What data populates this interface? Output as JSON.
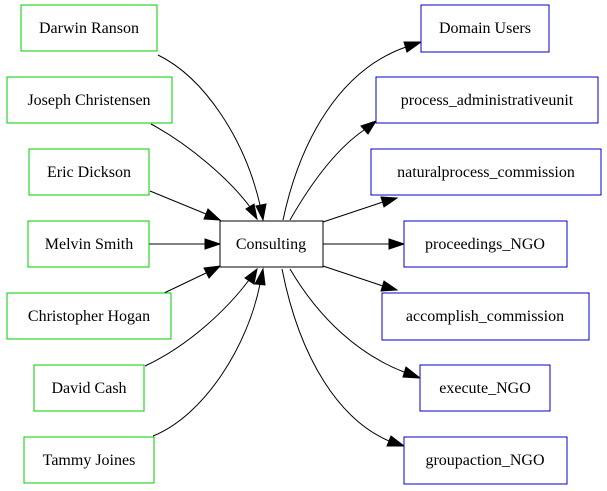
{
  "colors": {
    "source_border": "#00cc00",
    "center_border": "#000000",
    "target_border": "#0000cc",
    "edge": "#000000"
  },
  "center": {
    "label": "Consulting"
  },
  "sources": [
    {
      "id": "darwin-ranson",
      "label": "Darwin Ranson"
    },
    {
      "id": "joseph-christensen",
      "label": "Joseph Christensen"
    },
    {
      "id": "eric-dickson",
      "label": "Eric Dickson"
    },
    {
      "id": "melvin-smith",
      "label": "Melvin Smith"
    },
    {
      "id": "christopher-hogan",
      "label": "Christopher Hogan"
    },
    {
      "id": "david-cash",
      "label": "David Cash"
    },
    {
      "id": "tammy-joines",
      "label": "Tammy Joines"
    }
  ],
  "targets": [
    {
      "id": "domain-users",
      "label": "Domain Users"
    },
    {
      "id": "process-administrativeunit",
      "label": "process_administrativeunit"
    },
    {
      "id": "naturalprocess-commission",
      "label": "naturalprocess_commission"
    },
    {
      "id": "proceedings-ngo",
      "label": "proceedings_NGO"
    },
    {
      "id": "accomplish-commission",
      "label": "accomplish_commission"
    },
    {
      "id": "execute-ngo",
      "label": "execute_NGO"
    },
    {
      "id": "groupaction-ngo",
      "label": "groupaction_NGO"
    }
  ]
}
